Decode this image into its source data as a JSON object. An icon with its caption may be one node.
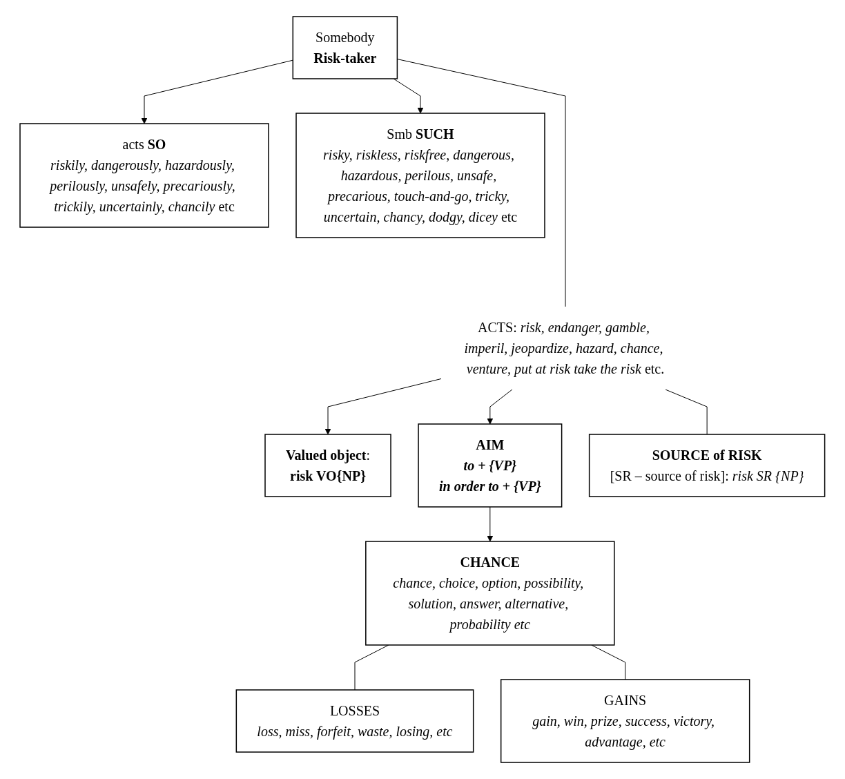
{
  "diagram": {
    "nodes": [
      {
        "text": [
          "Somebody",
          "Risk-taker"
        ]
      },
      {
        "text": [
          "acts **SO**",
          "*riskily, dangerously, hazardously, perilously, unsafely, precariously, trickily, uncertainly, chancily* etc"
        ]
      },
      {
        "text": [
          "Smb **SUCH**",
          "*risky, riskless, riskfree, dangerous, hazardous, perilous, unsafe, precarious, touch-and-go, tricky, uncertain, chancy, dodgy, dicey* etc"
        ]
      },
      {
        "text": [
          "ACTS: *risk, endanger, gamble, imperil, jeopardize, hazard, chance, venture, put at risk take the risk* etc."
        ]
      },
      {
        "text": [
          "**Valued object**:",
          "risk VO{NP}"
        ]
      },
      {
        "text": [
          "AIM",
          "*to* + *{VP}*",
          "*in order to* + *{VP}*"
        ]
      },
      {
        "text": [
          "SOURCE of RISK",
          "[SR – source of risk]: *risk SR {NP}*"
        ]
      },
      {
        "text": [
          "CHANCE",
          "chance, choice, option, possibility, solution, answer, alternative, probability etc"
        ]
      },
      {
        "text": [
          "LOSSES",
          "loss, miss, forfeit, waste, losing, etc"
        ]
      },
      {
        "text": [
          "GAINS",
          "gain, win, prize, success, victory, advantage, etc"
        ]
      }
    ],
    "edges": [
      {
        "from": 0,
        "to": 1,
        "arrow": "to"
      },
      {
        "from": 0,
        "to": 2,
        "arrow": "to"
      },
      {
        "from": 0,
        "to": 3,
        "arrow": "none"
      },
      {
        "from": 3,
        "to": 4,
        "arrow": "to"
      },
      {
        "from": 3,
        "to": 5,
        "arrow": "to"
      },
      {
        "from": 3,
        "to": 6,
        "arrow": "none"
      },
      {
        "from": 5,
        "to": 7,
        "arrow": "to"
      },
      {
        "from": 7,
        "to": 8,
        "arrow": "none"
      },
      {
        "from": 7,
        "to": 9,
        "arrow": "none"
      }
    ]
  }
}
